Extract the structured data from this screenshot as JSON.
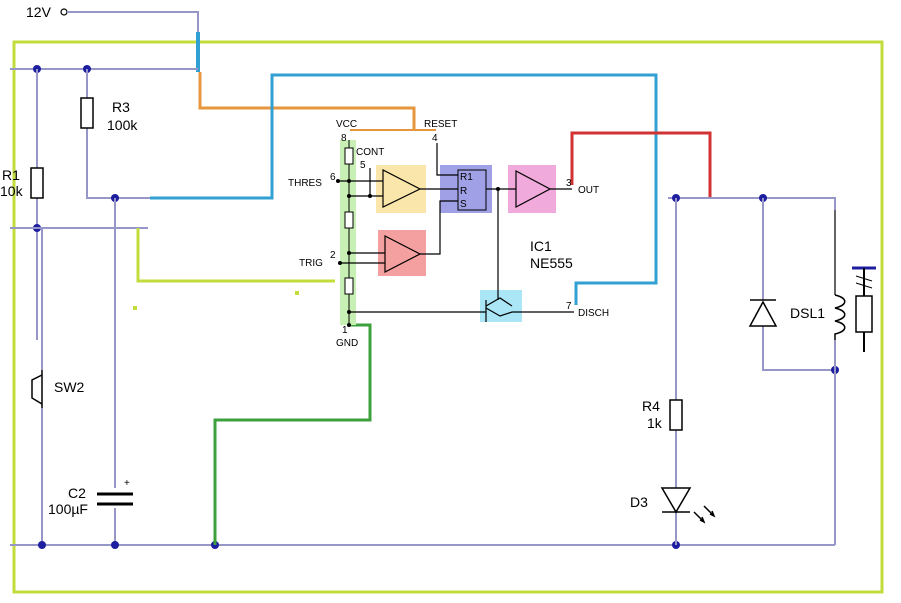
{
  "supply": {
    "label": "12V"
  },
  "components": {
    "r1": {
      "name": "R1",
      "value": "10k"
    },
    "r3": {
      "name": "R3",
      "value": "100k"
    },
    "r4": {
      "name": "R4",
      "value": "1k"
    },
    "sw2": {
      "name": "SW2"
    },
    "c2": {
      "name": "C2",
      "value": "100µF",
      "polarity": "+"
    },
    "d3": {
      "name": "D3"
    },
    "dsl1": {
      "name": "DSL1"
    },
    "ic1": {
      "name": "IC1",
      "part": "NE555"
    }
  },
  "pins": {
    "vcc": "VCC",
    "reset": "RESET",
    "cont": "CONT",
    "thres": "THRES",
    "trig": "TRIG",
    "gnd": "GND",
    "out": "OUT",
    "disch": "DISCH",
    "n8": "8",
    "n4": "4",
    "n5": "5",
    "n6": "6",
    "n2": "2",
    "n3": "3",
    "n7": "7",
    "n1": "1"
  },
  "flipflop": {
    "r1": "R1",
    "r": "R",
    "s": "S"
  },
  "colors": {
    "wire": "#9696c8",
    "border": "#c3dc3c",
    "vcc_wire": "#e6963c",
    "blue_wire": "#32a0d2",
    "red_wire": "#d23232",
    "green_wire": "#3ca03c",
    "ff_fill": "#a0a0e6",
    "comp_top_fill": "#fae6aa",
    "comp_bot_fill": "#f5a0a0",
    "out_fill": "#f0aadc",
    "transistor_fill": "#aae6f5",
    "divider_fill": "#c8f0b4"
  }
}
